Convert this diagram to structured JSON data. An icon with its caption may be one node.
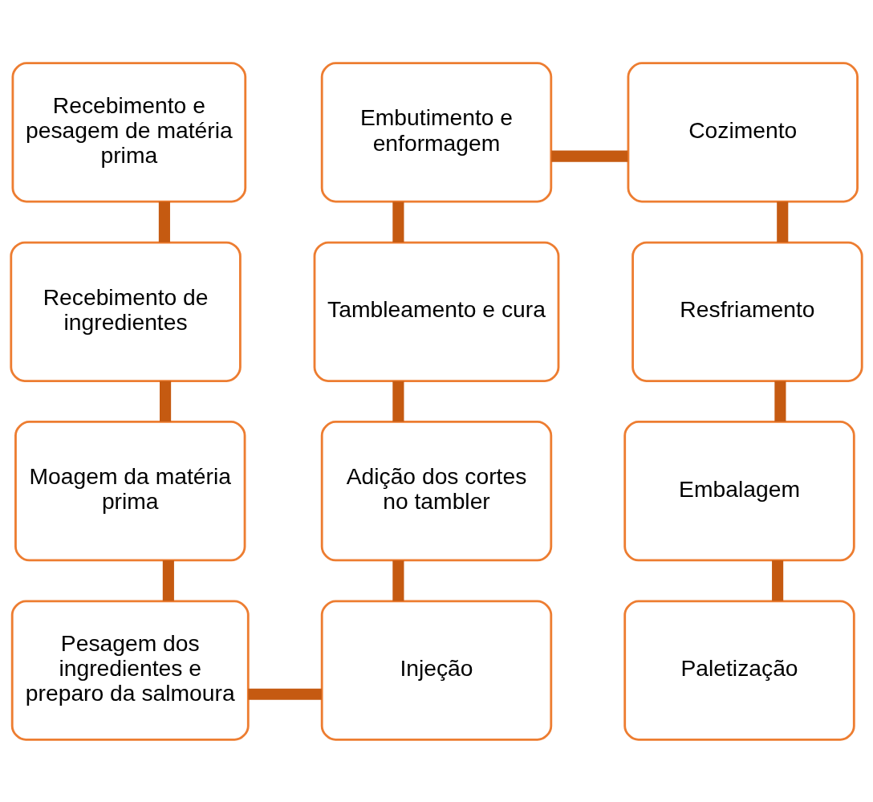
{
  "diagram": {
    "nodes": [
      {
        "text": [
          "Recebimento e pesagem de matéria prima"
        ]
      },
      {
        "text": [
          "Recebimento de ingredientes"
        ]
      },
      {
        "text": [
          "Moagem da matéria prima"
        ]
      },
      {
        "text": [
          "Pesagem dos ingredientes e preparo da salmoura"
        ]
      },
      {
        "text": [
          "Injeção"
        ]
      },
      {
        "text": [
          "Adição dos cortes no tambler"
        ]
      },
      {
        "text": [
          "Tambleamento e cura"
        ]
      },
      {
        "text": [
          "Embutimento e enformagem"
        ]
      },
      {
        "text": [
          "Cozimento"
        ]
      },
      {
        "text": [
          "Resfriamento"
        ]
      },
      {
        "text": [
          "Embalagem"
        ]
      },
      {
        "text": [
          "Paletização"
        ]
      }
    ],
    "edges": [
      {
        "from": 0,
        "to": 1,
        "arrow": "none"
      },
      {
        "from": 1,
        "to": 2,
        "arrow": "none"
      },
      {
        "from": 2,
        "to": 3,
        "arrow": "none"
      },
      {
        "from": 3,
        "to": 4,
        "arrow": "none"
      },
      {
        "from": 4,
        "to": 5,
        "arrow": "none"
      },
      {
        "from": 5,
        "to": 6,
        "arrow": "none"
      },
      {
        "from": 6,
        "to": 7,
        "arrow": "none"
      },
      {
        "from": 7,
        "to": 8,
        "arrow": "none"
      },
      {
        "from": 8,
        "to": 9,
        "arrow": "none"
      },
      {
        "from": 9,
        "to": 10,
        "arrow": "none"
      },
      {
        "from": 10,
        "to": 11,
        "arrow": "none"
      }
    ]
  }
}
